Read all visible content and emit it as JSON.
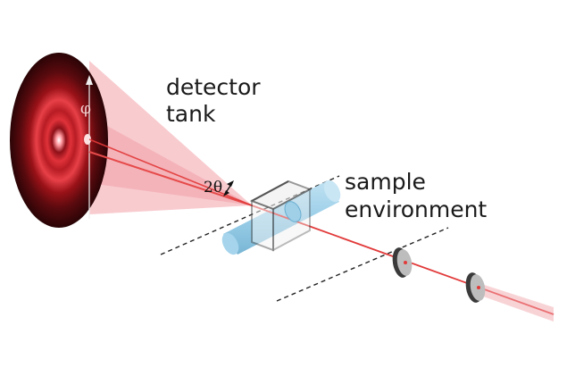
{
  "labels": {
    "detector_line1": "detector",
    "detector_line2": "tank",
    "sample_line1": "sample",
    "sample_line2": "environment",
    "phi_symbol": "φ",
    "two_theta_symbol": "2θ"
  },
  "colors": {
    "beam": "#e23a3a",
    "cone": "#f2a0a8",
    "detector_dark": "#2a0406",
    "detector_bright": "#d82a30",
    "cylinder": "#8fc9e6",
    "cube_edge": "#555555",
    "dashed": "#222222"
  },
  "icons": {
    "detector": "detector-disc-icon",
    "sample_cube": "sample-cube-icon",
    "aperture": "aperture-disc-icon"
  }
}
